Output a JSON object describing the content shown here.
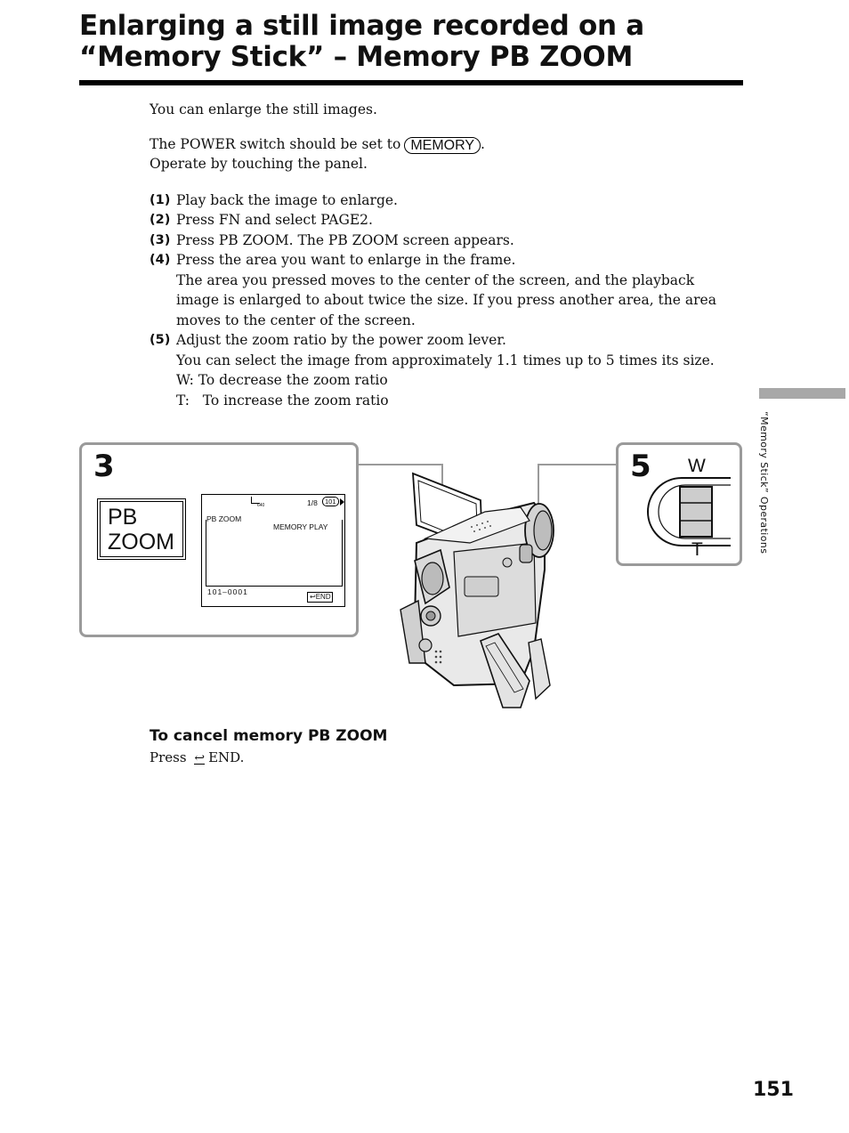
{
  "title": {
    "line1": "Enlarging a still image recorded on a",
    "line2": "“Memory Stick” – Memory PB ZOOM"
  },
  "intro": {
    "enlarge": "You can enlarge the still images.",
    "power_prefix": "The POWER switch should be set to",
    "power_badge": "MEMORY",
    "power_suffix": ".",
    "operate": "Operate by touching the panel."
  },
  "steps": [
    {
      "num": "(1)",
      "lines": [
        "Play back the image to enlarge."
      ]
    },
    {
      "num": "(2)",
      "lines": [
        "Press FN and select PAGE2."
      ]
    },
    {
      "num": "(3)",
      "lines": [
        "Press PB ZOOM. The PB ZOOM screen appears."
      ]
    },
    {
      "num": "(4)",
      "lines": [
        "Press the area you want to enlarge in the frame.",
        "The area you pressed moves to the center of the screen, and the playback",
        "image is enlarged to about twice the size. If you press another area, the area",
        "moves to the center of the screen."
      ]
    },
    {
      "num": "(5)",
      "lines": [
        "Adjust the zoom ratio by the power zoom lever.",
        "You can select the image from approximately 1.1 times up to 5 times its size.",
        "W: To decrease the zoom ratio",
        "T:   To increase the zoom ratio"
      ]
    }
  ],
  "side_tab": "“Memory Stick” Operations",
  "figure": {
    "panel3_number": "3",
    "button_line1": "PB",
    "button_line2": "ZOOM",
    "lcd": {
      "size": "640",
      "counter": "1/8",
      "folder": "101",
      "mode_label": "PB  ZOOM",
      "status": "MEMORY  PLAY",
      "file": "101–0001",
      "end": "END"
    },
    "panel5_number": "5",
    "wide": "W",
    "tele": "T"
  },
  "cancel": {
    "heading": "To cancel memory PB ZOOM",
    "press": "Press",
    "end": "END."
  },
  "page_number": "151"
}
